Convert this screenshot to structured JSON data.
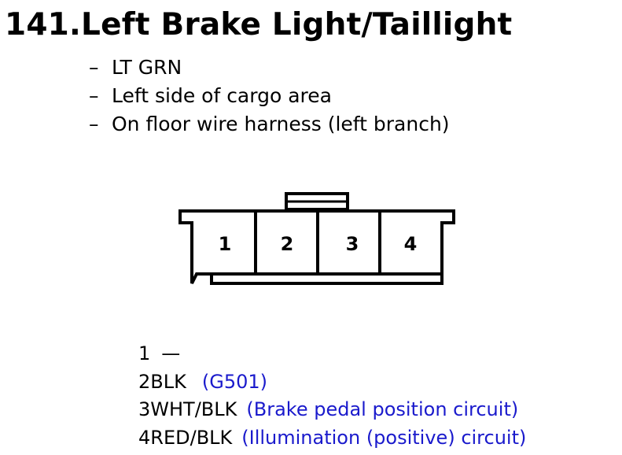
{
  "title": "141.Left Brake Light/Taillight",
  "info": [
    {
      "dash": "–",
      "text": "LT GRN"
    },
    {
      "dash": "–",
      "text": "Left side of cargo area"
    },
    {
      "dash": "–",
      "text": "On floor wire harness (left branch)"
    }
  ],
  "connector": {
    "pins": [
      "1",
      "2",
      "3",
      "4"
    ]
  },
  "pin_list": [
    {
      "num": "1",
      "wire": "—",
      "note": ""
    },
    {
      "num": "2",
      "wire": "BLK",
      "note": "(G501)"
    },
    {
      "num": "3",
      "wire": "WHT/BLK",
      "note": "(Brake pedal position circuit)"
    },
    {
      "num": "4",
      "wire": "RED/BLK",
      "note": "(Illumination (positive) circuit)"
    }
  ],
  "colors": {
    "note": "#1a1acc",
    "line": "#000000"
  }
}
